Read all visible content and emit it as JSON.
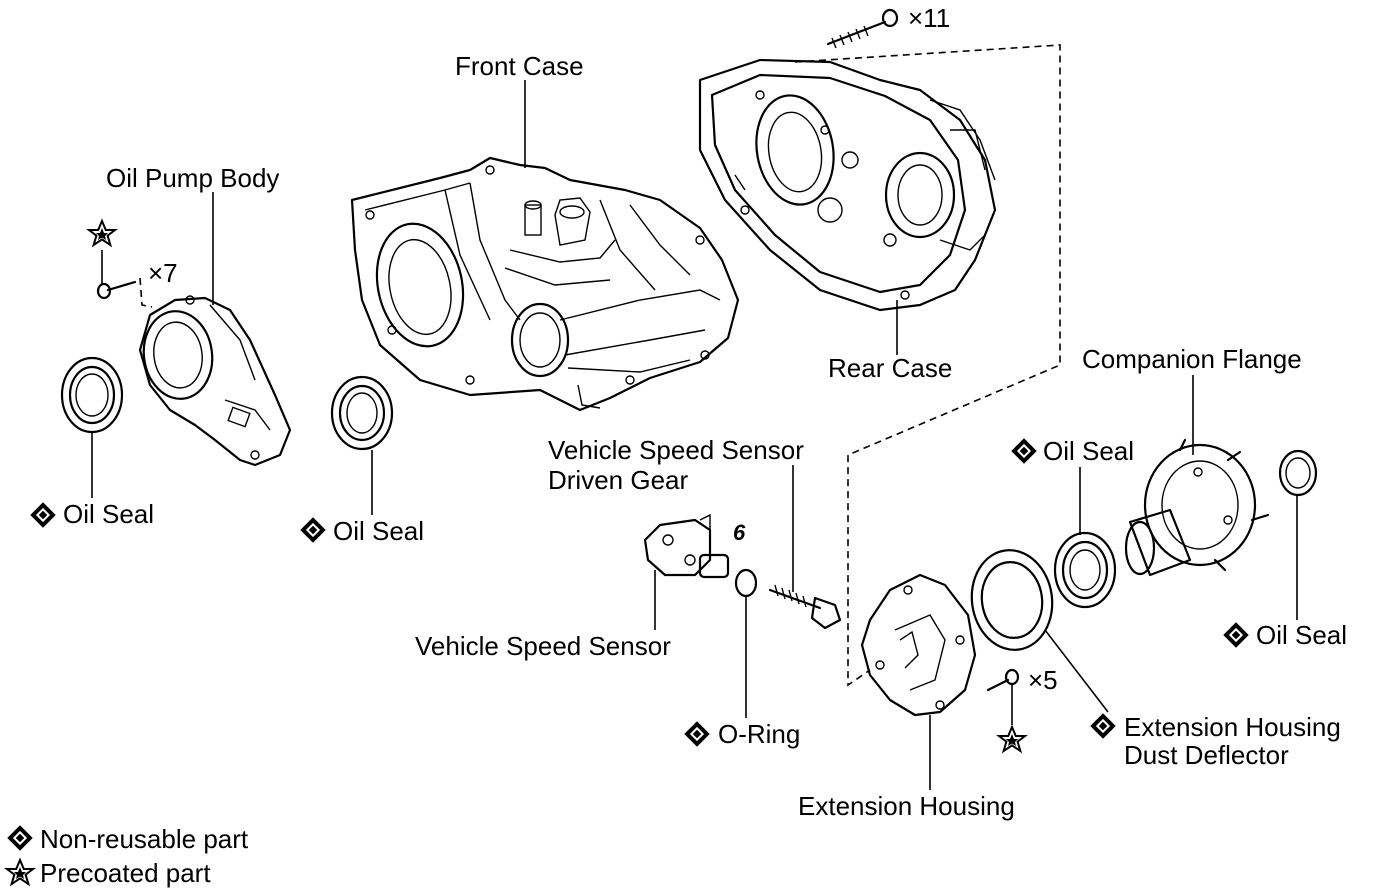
{
  "labels": {
    "front_case": "Front Case",
    "oil_pump_body": "Oil Pump Body",
    "rear_case": "Rear Case",
    "companion_flange": "Companion Flange",
    "oil_seal_left": "Oil Seal",
    "oil_seal_mid": "Oil Seal",
    "oil_seal_ext": "Oil Seal",
    "oil_seal_right": "Oil Seal",
    "vss_driven_gear_line1": "Vehicle Speed Sensor",
    "vss_driven_gear_line2": "Driven Gear",
    "vehicle_speed_sensor": "Vehicle Speed Sensor",
    "o_ring": "O-Ring",
    "extension_housing": "Extension Housing",
    "dust_deflector_line1": "Extension Housing",
    "dust_deflector_line2": "Dust Deflector",
    "bolt_qty_11": "×11",
    "bolt_qty_7": "×7",
    "bolt_qty_5": "×5",
    "pointer_mark": "6"
  },
  "legend": {
    "non_reusable": "Non-reusable part",
    "precoated": "Precoated part"
  }
}
